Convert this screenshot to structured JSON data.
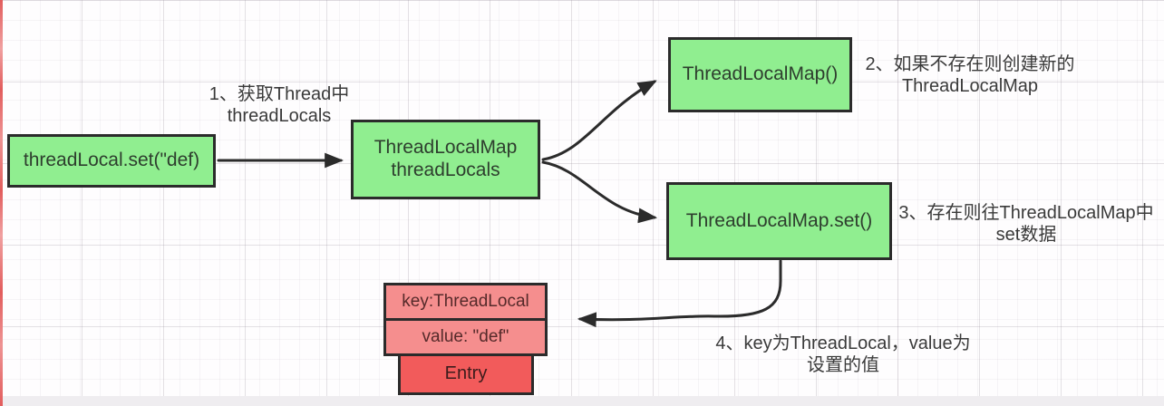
{
  "colors": {
    "node_green": "#90ee90",
    "node_pink": "#f58e8e",
    "node_red": "#f25b5b",
    "node_border": "#2b2b2b",
    "arrow": "#2b2b2b",
    "left_edge_red": "#e25d5d",
    "bottom_bar_gray": "#efedf0",
    "annotation_text": "#3a3a3a"
  },
  "nodes": {
    "threadlocal_set": {
      "label": "threadLocal.set(\"def)"
    },
    "threadlocals": {
      "line1": "ThreadLocalMap",
      "line2": "threadLocals"
    },
    "map_ctor": {
      "label": "ThreadLocalMap()"
    },
    "map_set": {
      "label": "ThreadLocalMap.set()"
    },
    "entry_key": {
      "label": "key:ThreadLocal"
    },
    "entry_value": {
      "label": "value: \"def\""
    },
    "entry": {
      "label": "Entry"
    }
  },
  "annotations": {
    "step1": {
      "line1": "1、获取Thread中",
      "line2": "threadLocals"
    },
    "step2": {
      "line1": "2、如果不存在则创建新的",
      "line2": "ThreadLocalMap"
    },
    "step3": {
      "line1": "3、存在则往ThreadLocalMap中",
      "line2": "set数据"
    },
    "step4": {
      "line1": "4、key为ThreadLocal，value为",
      "line2": "设置的值"
    }
  }
}
